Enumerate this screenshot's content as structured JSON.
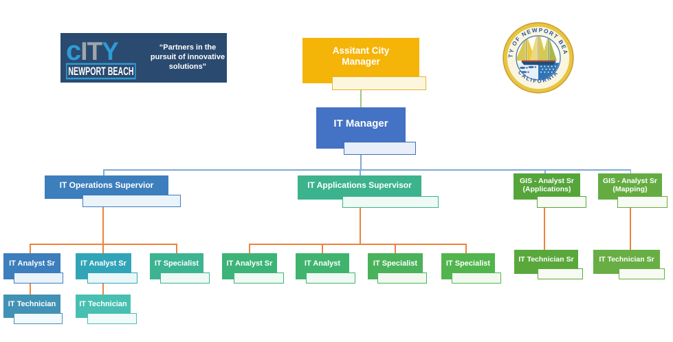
{
  "header": {
    "logo": {
      "word_c": "c",
      "word_it": "IT",
      "word_y": "Y",
      "name": "NEWPORT BEACH",
      "tagline": "“Partners in the pursuit of innovative solutions”"
    },
    "seal": {
      "arc_top": "CITY OF NEWPORT BEACH",
      "arc_bottom": "CALIFORNIA"
    }
  },
  "palette": {
    "gold": "#F5B408",
    "office_blue": "#4472C4",
    "steel_blue": "#3D7EBD",
    "teal": "#31A4B8",
    "steel_teal": "#4292B5",
    "turquoise": "#47BFB1",
    "sea_green": "#3CB38D",
    "mid_green": "#49B25A",
    "leaf_green": "#5AA83C",
    "connector_blue": "#7FA8D8",
    "connector_orange": "#EC833B",
    "connector_green": "#9DC77B"
  },
  "org": {
    "nodes": {
      "assistant_city_manager": {
        "label": "Assitant City Manager",
        "reports_to": null
      },
      "it_manager": {
        "label": "IT Manager",
        "reports_to": "assistant_city_manager"
      },
      "it_operations_supervisor": {
        "label": "IT Operations Supervior",
        "reports_to": "it_manager"
      },
      "it_applications_supervisor": {
        "label": "IT Applications Supervisor",
        "reports_to": "it_manager"
      },
      "gis_analyst_sr_applications": {
        "label": "GIS - Analyst Sr (Applications)",
        "reports_to": "it_manager"
      },
      "gis_analyst_sr_mapping": {
        "label": "GIS - Analyst Sr (Mapping)",
        "reports_to": "it_manager"
      },
      "ops_it_analyst_sr_1": {
        "label": "IT Analyst Sr",
        "reports_to": "it_operations_supervisor"
      },
      "ops_it_analyst_sr_2": {
        "label": "IT Analyst Sr",
        "reports_to": "it_operations_supervisor"
      },
      "ops_it_specialist": {
        "label": "IT Specialist",
        "reports_to": "it_operations_supervisor"
      },
      "ops_it_technician_1": {
        "label": "IT Technician",
        "reports_to": "ops_it_analyst_sr_1"
      },
      "ops_it_technician_2": {
        "label": "IT Technician",
        "reports_to": "ops_it_analyst_sr_2"
      },
      "apps_it_analyst_sr": {
        "label": "IT Analyst Sr",
        "reports_to": "it_applications_supervisor"
      },
      "apps_it_analyst": {
        "label": "IT Analyst",
        "reports_to": "it_applications_supervisor"
      },
      "apps_it_specialist_1": {
        "label": "IT Specialist",
        "reports_to": "it_applications_supervisor"
      },
      "apps_it_specialist_2": {
        "label": "IT Specialist",
        "reports_to": "it_applications_supervisor"
      },
      "gis_apps_it_technician_sr": {
        "label": "IT Technician Sr",
        "reports_to": "gis_analyst_sr_applications"
      },
      "gis_mapping_it_technician_sr": {
        "label": "IT Technician Sr",
        "reports_to": "gis_analyst_sr_mapping"
      }
    }
  }
}
